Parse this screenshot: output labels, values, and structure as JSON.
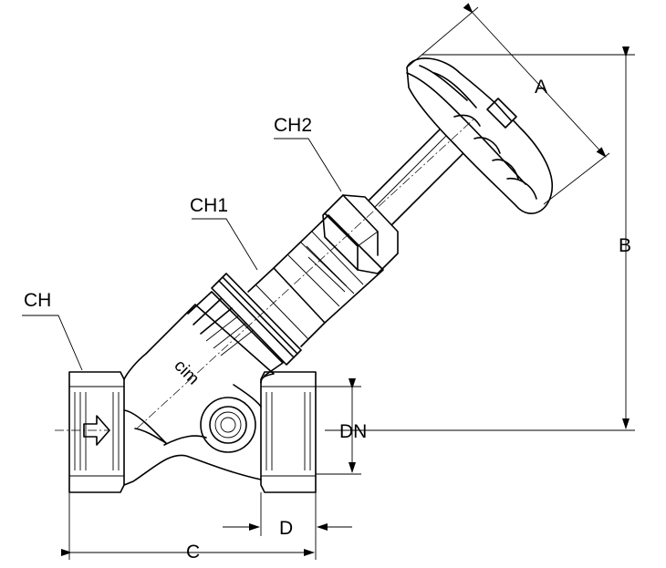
{
  "labels": {
    "a": "A",
    "b": "B",
    "c": "C",
    "d": "D",
    "dn": "DN",
    "ch": "CH",
    "ch1": "CH1",
    "ch2": "CH2"
  },
  "logo": "cim",
  "icons": {
    "flow": "flow-arrow-icon"
  }
}
